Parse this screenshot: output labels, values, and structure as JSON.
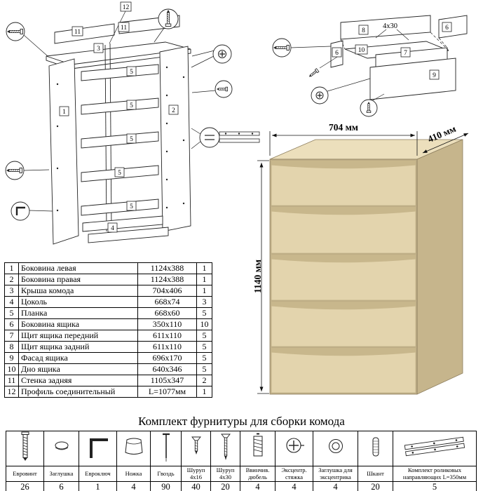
{
  "dimensions": {
    "width": "704 мм",
    "depth": "410 мм",
    "height": "1140 мм"
  },
  "colors": {
    "wood_front": "#e3d4ad",
    "wood_groove": "#c8b78c",
    "wood_side": "#c6b58c",
    "wood_top": "#ecdfbc",
    "line": "#222222"
  },
  "frame_diagram": {
    "labels": {
      "p1": "1",
      "p2": "2",
      "p3": "3",
      "p4": "4",
      "p5": "5",
      "p11": "11",
      "p12": "12"
    }
  },
  "drawer_diagram": {
    "labels": {
      "p6": "6",
      "p7": "7",
      "p8": "8",
      "p9": "9",
      "p10": "10",
      "screw_note": "4х30"
    }
  },
  "parts_table": {
    "rows": [
      {
        "num": "1",
        "name": "Боковина левая",
        "size": "1124х388",
        "qty": "1"
      },
      {
        "num": "2",
        "name": "Боковина правая",
        "size": "1124х388",
        "qty": "1"
      },
      {
        "num": "3",
        "name": "Крыша комода",
        "size": "704х406",
        "qty": "1"
      },
      {
        "num": "4",
        "name": "Цоколь",
        "size": "668х74",
        "qty": "3"
      },
      {
        "num": "5",
        "name": "Планка",
        "size": "668х60",
        "qty": "5"
      },
      {
        "num": "6",
        "name": "Боковина ящика",
        "size": "350х110",
        "qty": "10"
      },
      {
        "num": "7",
        "name": "Щит ящика передний",
        "size": "611х110",
        "qty": "5"
      },
      {
        "num": "8",
        "name": "Щит ящика задний",
        "size": "611х110",
        "qty": "5"
      },
      {
        "num": "9",
        "name": "Фасад ящика",
        "size": "696х170",
        "qty": "5"
      },
      {
        "num": "10",
        "name": "Дно ящика",
        "size": "640х346",
        "qty": "5"
      },
      {
        "num": "11",
        "name": "Стенка задняя",
        "size": "1105х347",
        "qty": "2"
      },
      {
        "num": "12",
        "name": "Профиль соединительный",
        "size": "L=1077мм",
        "qty": "1"
      }
    ]
  },
  "hardware_section": {
    "title": "Комплект фурнитуры для сборки комода",
    "items": [
      {
        "name": "Евровинт",
        "qty": "26"
      },
      {
        "name": "Заглушка",
        "qty": "6"
      },
      {
        "name": "Евроключ",
        "qty": "1"
      },
      {
        "name": "Ножка",
        "qty": "4"
      },
      {
        "name": "Гвоздь",
        "qty": "90"
      },
      {
        "name": "Шуруп 4х16",
        "qty": "40"
      },
      {
        "name": "Шуруп 4х30",
        "qty": "20"
      },
      {
        "name": "Ввинчив. дюбель",
        "qty": "4"
      },
      {
        "name": "Эксцентр. стяжка",
        "qty": "4"
      },
      {
        "name": "Заглушка для эксцентрика",
        "qty": "4"
      },
      {
        "name": "Шкант",
        "qty": "20"
      },
      {
        "name": "Комплект роликовых направляющих L=350мм",
        "qty": "5"
      }
    ]
  }
}
